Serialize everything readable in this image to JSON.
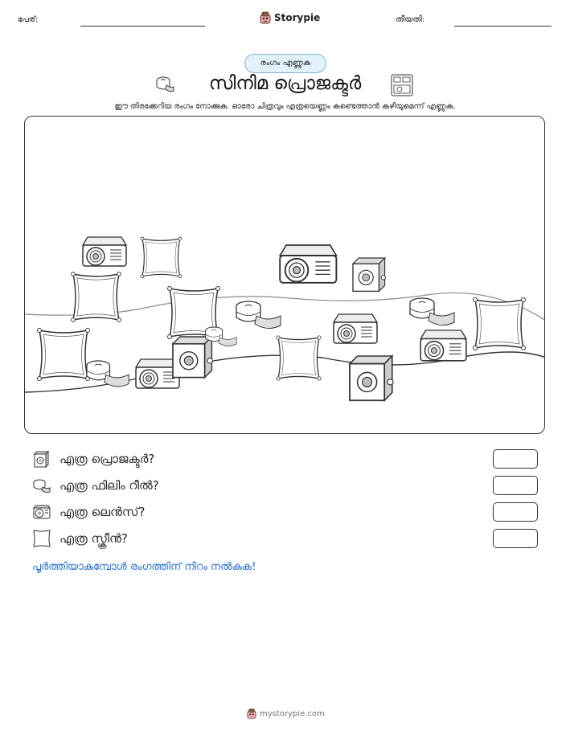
{
  "header": {
    "name_label": "പേര്:",
    "date_label": "തീയതി:",
    "brand": "Storypie"
  },
  "badge": "രംഗം എണ്ണുക",
  "title": "സിനിമ പ്രൊജക്ടർ",
  "subtitle": "ഈ തിരക്കേറിയ രംഗം നോക്കുക. ഓരോ ചിത്രവും എത്രയെണ്ണം കണ്ടെത്താൻ കഴിയുമെന്ന് എണ്ണുക.",
  "questions": [
    {
      "icon": "projector-icon",
      "text": "എത്ര പ്രൊജക്ടർ?"
    },
    {
      "icon": "film-reel-icon",
      "text": "എത്ര ഫിലിം റീൽ?"
    },
    {
      "icon": "lens-icon",
      "text": "എത്ര ലെൻസ്?"
    },
    {
      "icon": "screen-icon",
      "text": "എത്ര സ്ക്രീൻ?"
    }
  ],
  "closing_note": "പൂർത്തിയാകുമ്പോൾ രംഗത്തിന് നിറം നൽകുക!",
  "footer_site": "mystorypie.com",
  "colors": {
    "accent_blue": "#1e6fd0",
    "badge_bg": "#e3f1fb",
    "badge_border": "#7fb3e0"
  }
}
